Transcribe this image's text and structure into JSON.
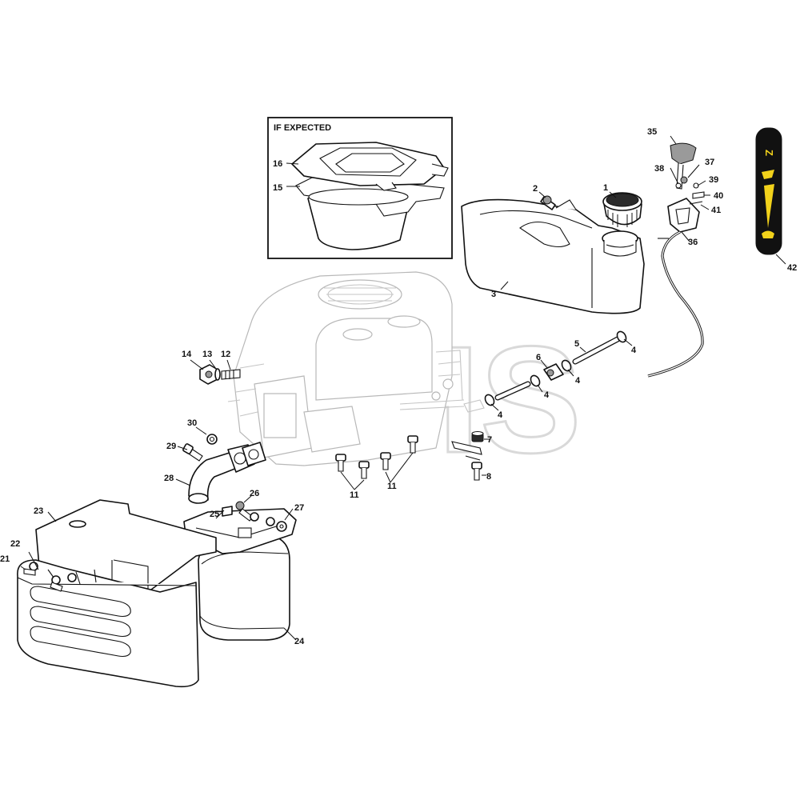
{
  "inset": {
    "title": "IF EXPECTED"
  },
  "watermark": "GHS",
  "callouts": {
    "c1": "1",
    "c2": "2",
    "c3": "3",
    "c4a": "4",
    "c4b": "4",
    "c4c": "4",
    "c4d": "4",
    "c5": "5",
    "c6": "6",
    "c7": "7",
    "c8": "8",
    "c11a": "11",
    "c11b": "11",
    "c12": "12",
    "c13": "13",
    "c14": "14",
    "c15": "15",
    "c16": "16",
    "c21": "21",
    "c22": "22",
    "c23": "23",
    "c24": "24",
    "c25": "25",
    "c26": "26",
    "c27": "27",
    "c28": "28",
    "c29": "29",
    "c30": "30",
    "c35": "35",
    "c36": "36",
    "c37": "37",
    "c38": "38",
    "c39": "39",
    "c40": "40",
    "c41": "41",
    "c42": "42"
  },
  "decal": {
    "top_symbol": "Z"
  },
  "colors": {
    "decal_bg": "#111111",
    "decal_accent": "#f2d21b",
    "line": "#111111",
    "ghost": "#b8b8b8"
  }
}
